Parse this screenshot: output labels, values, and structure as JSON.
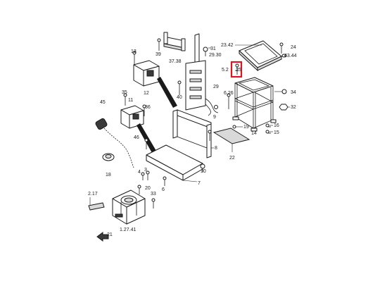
{
  "labels": {
    "p13": "13",
    "p39": "39",
    "p37_38": "37.38",
    "p12": "12",
    "p31": "31",
    "p29_30": "29.30",
    "p23_42": "23.42",
    "p24": "24",
    "p43_44": "43.44",
    "p5_2": "5.2",
    "p25": "25",
    "p40": "40",
    "p29": "29",
    "p6_26": "6.26",
    "p34": "34",
    "p32": "32",
    "p35": "35",
    "p11": "11",
    "p36": "36",
    "p45": "45",
    "p46": "46",
    "p9": "9",
    "p8": "8",
    "p14": "14",
    "p16": "16",
    "p15": "15",
    "p19": "19",
    "p22": "22",
    "p18": "18",
    "p4": "4",
    "p3": "3",
    "p10": "10",
    "p7": "7",
    "p20": "20",
    "p6": "6",
    "p2_17": "2.17",
    "p33": "33",
    "p1_27_41": "1.27.41",
    "p21": "21"
  },
  "highlight_color": "#e0141e",
  "line_color": "#1a1a1a"
}
